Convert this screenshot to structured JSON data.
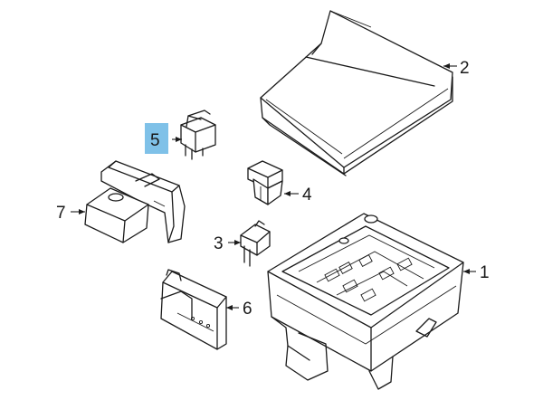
{
  "diagram": {
    "callouts": [
      {
        "id": "1",
        "label": "1"
      },
      {
        "id": "2",
        "label": "2"
      },
      {
        "id": "3",
        "label": "3"
      },
      {
        "id": "4",
        "label": "4"
      },
      {
        "id": "5",
        "label": "5",
        "highlighted": true
      },
      {
        "id": "6",
        "label": "6"
      },
      {
        "id": "7",
        "label": "7"
      }
    ],
    "colors": {
      "line": "#1a1a1a",
      "highlight": "#7fc1e8",
      "background": "#ffffff"
    }
  }
}
